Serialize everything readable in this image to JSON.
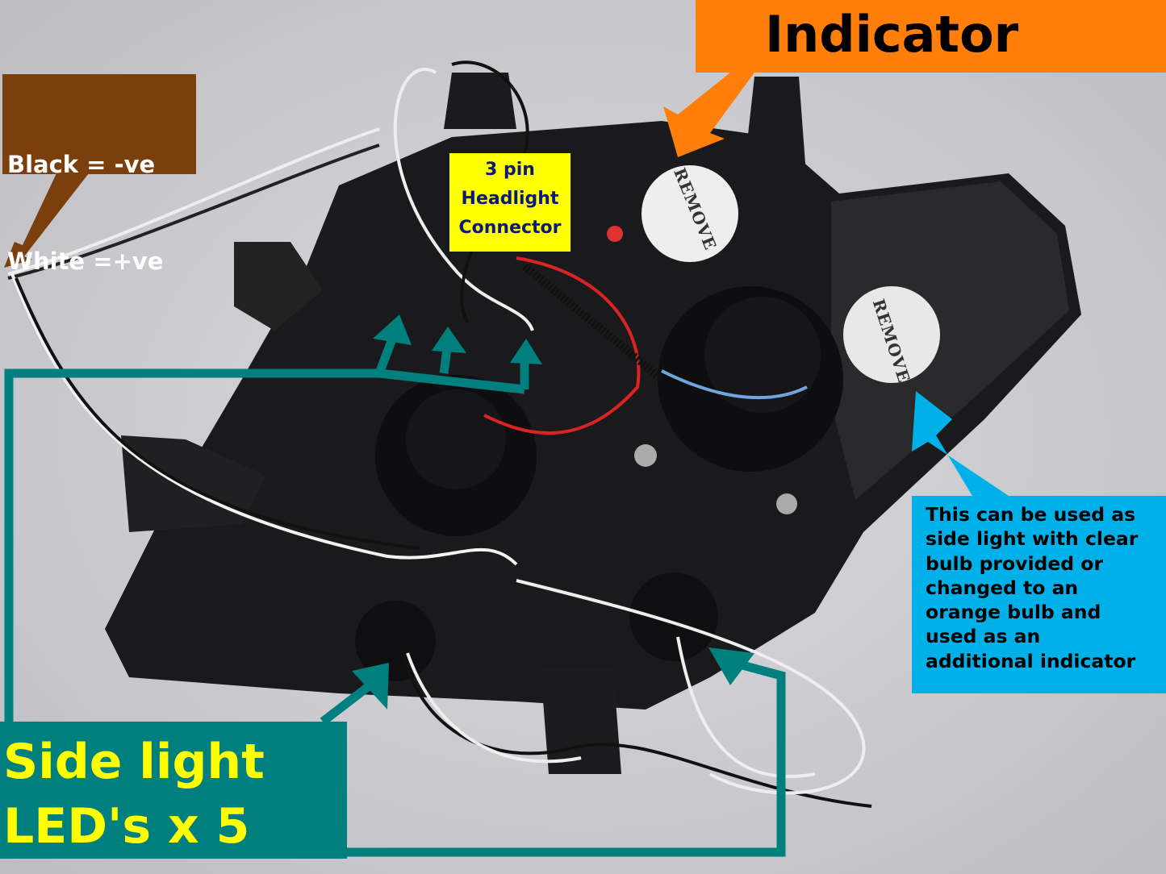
{
  "callouts": {
    "indicator": {
      "label": "Indicator"
    },
    "polarity": {
      "lines": [
        "Black =  -ve",
        "White =+ve"
      ]
    },
    "connector": {
      "lines": [
        "3 pin",
        "Headlight",
        "Connector"
      ]
    },
    "side_light": {
      "lines": [
        "Side light",
        "LED's x 5"
      ]
    },
    "info": {
      "lines": [
        "This can be used as",
        "side light with clear",
        "bulb provided or",
        "changed to an",
        "orange bulb and",
        "used as an",
        "additional indicator"
      ]
    }
  },
  "photo_labels": {
    "sticker": "REMOVE"
  },
  "colors": {
    "indicator": "#ff7f0a",
    "polarity": "#7a3f0c",
    "connector": "#ffff00",
    "side_light": "#007f7f",
    "info": "#00b0e8",
    "background": "#cfcfd3"
  }
}
